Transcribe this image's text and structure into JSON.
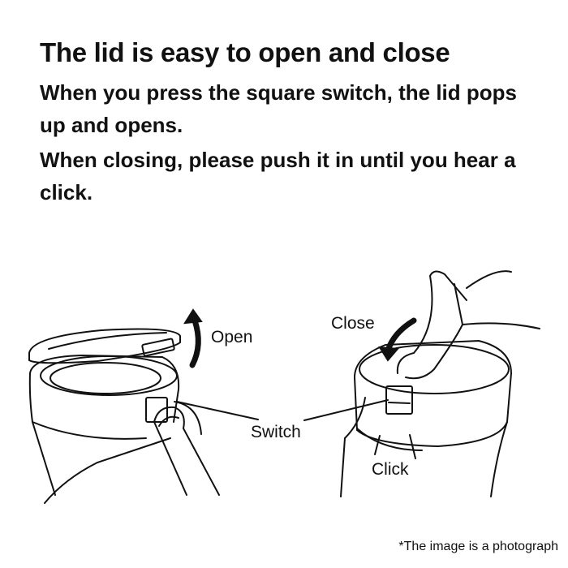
{
  "title": "The lid is easy to open and close",
  "paragraphs": [
    "When you press the square switch, the lid pops up and opens.",
    "When closing, please push it in until you hear a click."
  ],
  "labels": {
    "open": "Open",
    "close": "Close",
    "switch": "Switch",
    "click": "Click"
  },
  "footnote": "*The image is a photograph"
}
